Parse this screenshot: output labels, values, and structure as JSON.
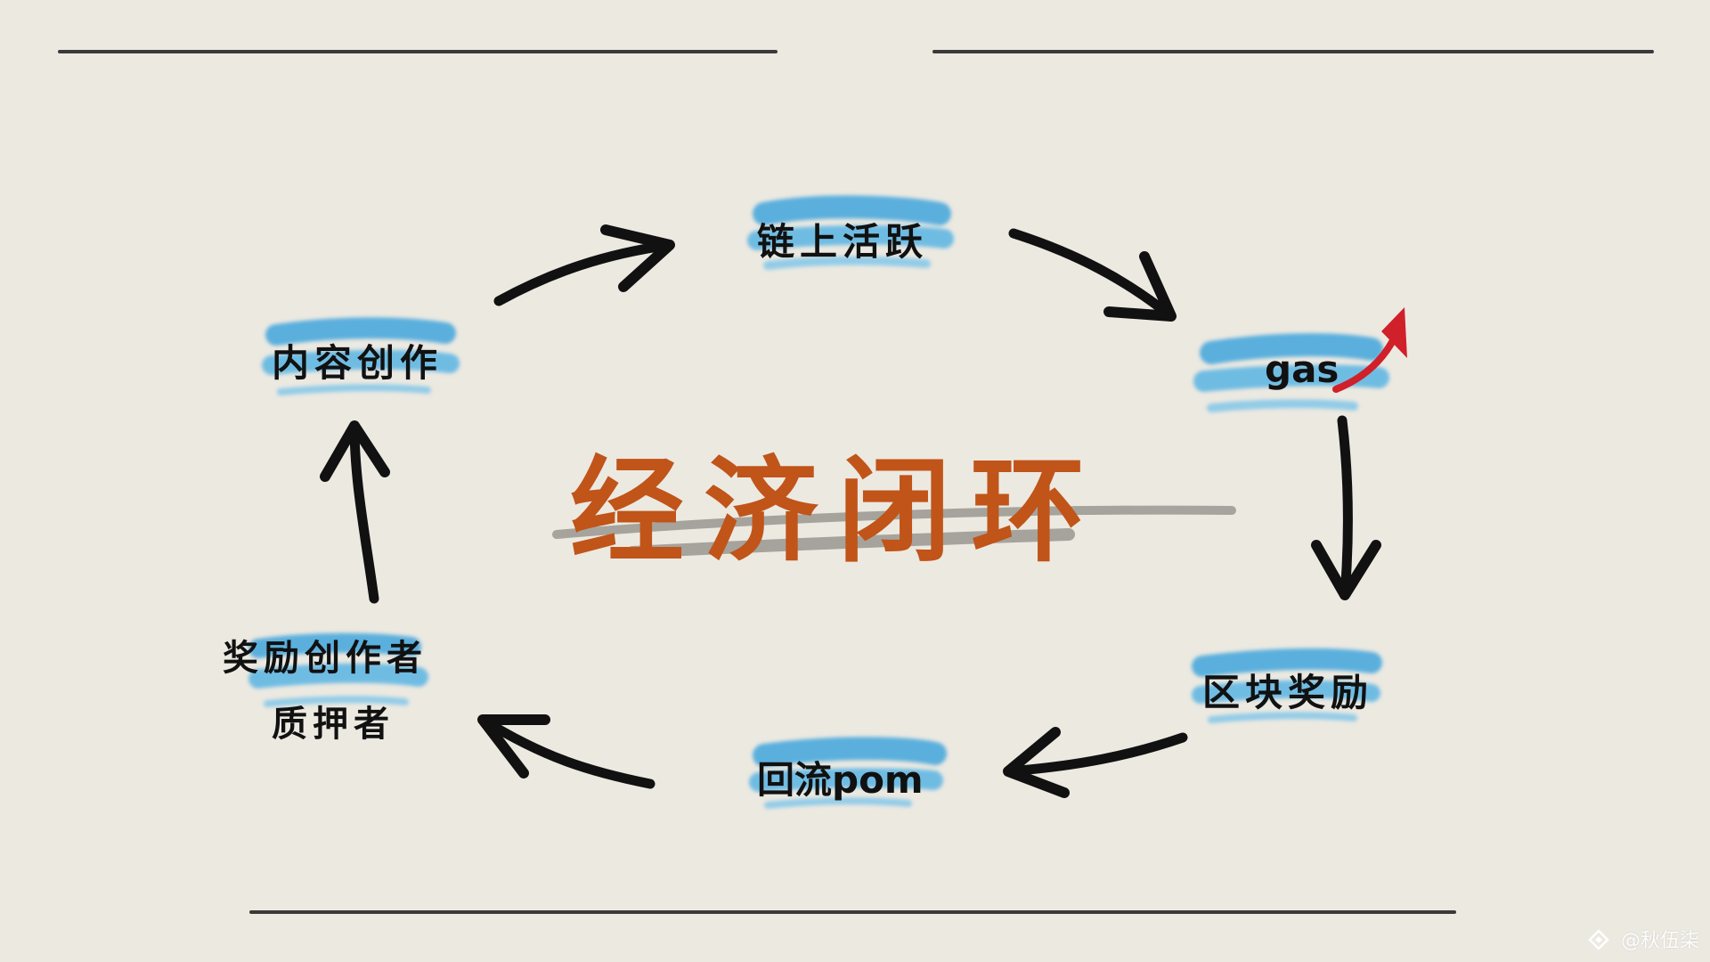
{
  "title": "经济闭环",
  "nodes": {
    "onchain": "链上活跃",
    "gas": "gas",
    "block_reward": "区块奖励",
    "reflow": "回流pom",
    "reward_line1": "奖励创作者",
    "reward_line2": "质押者",
    "content": "内容创作"
  },
  "watermark": "@秋伍柒",
  "colors": {
    "background": "#ece9e1",
    "title": "#c05419",
    "brush": "#4aa8dd",
    "arrow": "#111111",
    "up_arrow": "#d0202a",
    "rule": "#3a3a3a"
  },
  "icons": {
    "gas_trend": "red-up-arrow-icon",
    "watermark_logo": "diamond-logo-icon"
  }
}
